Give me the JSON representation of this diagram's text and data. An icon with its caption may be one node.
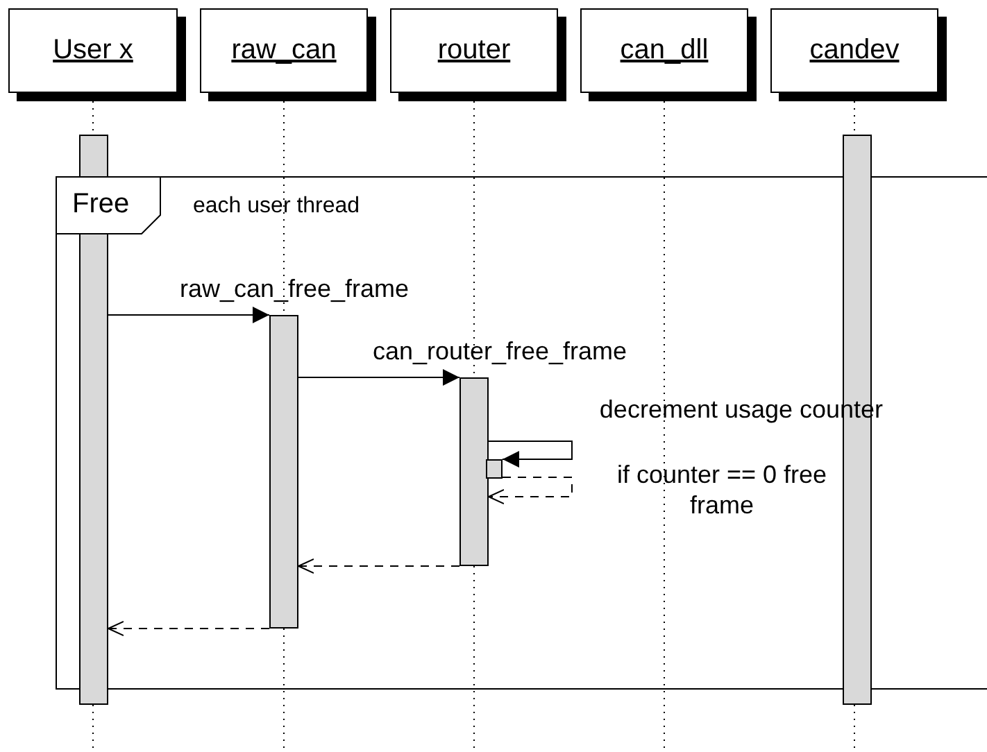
{
  "diagram": {
    "nodes": [
      {
        "text": [
          "User x"
        ]
      },
      {
        "text": [
          "raw_can"
        ]
      },
      {
        "text": [
          "router"
        ]
      },
      {
        "text": [
          "can_dll"
        ]
      },
      {
        "text": [
          "candev"
        ]
      },
      {
        "text": [],
        "shape": "bar"
      },
      {
        "text": [],
        "shape": "bar"
      },
      {
        "text": [],
        "shape": "bar"
      },
      {
        "text": [],
        "shape": "bar"
      },
      {
        "text": [],
        "shape": "bar"
      }
    ],
    "edges": [
      {
        "from": 5,
        "to": 7,
        "arrow": "to",
        "label": "raw_can_free_frame"
      },
      {
        "from": 7,
        "to": 8,
        "arrow": "to",
        "label": "can_router_free_frame"
      },
      {
        "from": 8,
        "to": 9,
        "arrow": "to",
        "label": "decrement usage counter"
      },
      {
        "from": 9,
        "to": 8,
        "arrow": "to",
        "style": "dashed",
        "label": "if counter == 0 free frame"
      },
      {
        "from": 8,
        "to": 7,
        "arrow": "to",
        "style": "dashed"
      },
      {
        "from": 7,
        "to": 5,
        "arrow": "to",
        "style": "dashed"
      }
    ],
    "labels": [
      "Free",
      "each user thread"
    ]
  }
}
